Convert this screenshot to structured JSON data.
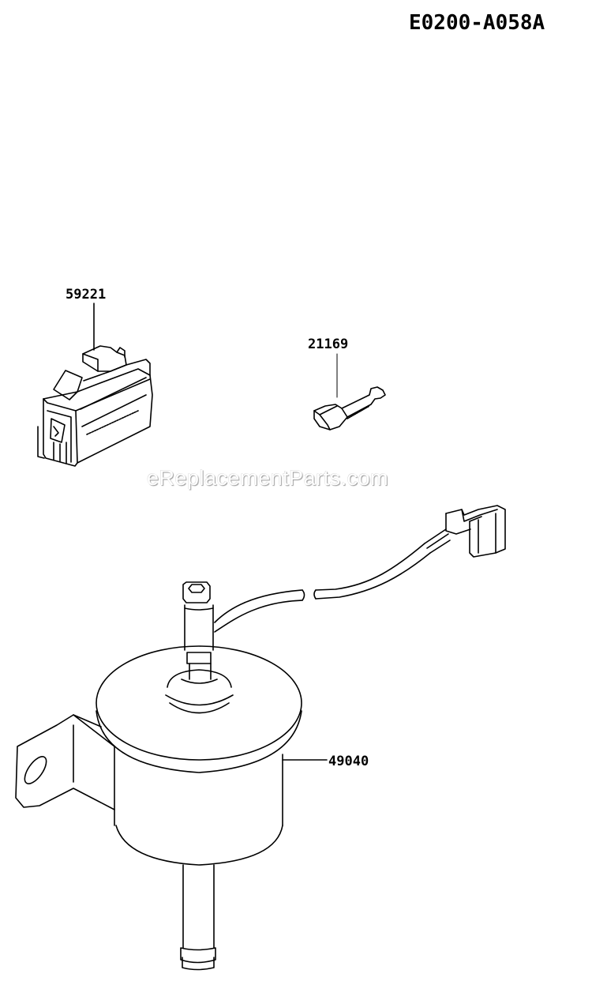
{
  "diagram": {
    "code": "E0200-A058A",
    "watermark": "eReplacementParts.com",
    "line_color": "#000000",
    "background": "#ffffff"
  },
  "parts": [
    {
      "number": "59221",
      "description_icon": "connector-housing-icon"
    },
    {
      "number": "21169",
      "description_icon": "terminal-pin-icon"
    },
    {
      "number": "49040",
      "description_icon": "fuel-pump-icon"
    }
  ]
}
